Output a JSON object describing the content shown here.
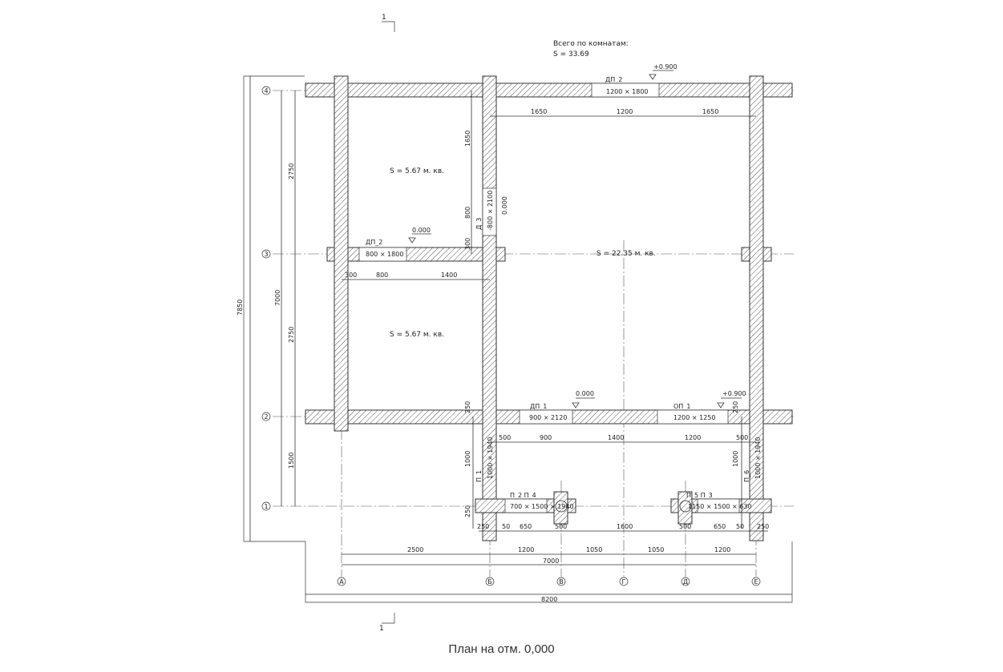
{
  "caption": "План на отм. 0,000",
  "summary": {
    "title": "Всего по комнатам:",
    "value": "S  =  33.69"
  },
  "rooms": [
    {
      "area": "S  =  5.67 м. кв."
    },
    {
      "area": "S  =  22.35 м. кв."
    },
    {
      "area": "S  =  5.67 м. кв."
    }
  ],
  "section_mark": "1",
  "axes_rows": [
    "4",
    "3",
    "2",
    "1"
  ],
  "axes_cols": [
    "А",
    "Б",
    "В",
    "Г",
    "Д",
    "Е"
  ],
  "openings": {
    "dp2_top": {
      "name": "ДП_2",
      "size": "1200 × 1800",
      "level": "+0.900"
    },
    "dp2_left": {
      "name": "ДП_2",
      "size": "800 × 1800",
      "level": "0.000"
    },
    "d3": {
      "name": "Д_3",
      "size": "-800 × 2100",
      "level": "0.000"
    },
    "dp1_left": {
      "name": "ДП_1",
      "size": "900 × 2120",
      "level": "0.000"
    },
    "dp1_right": {
      "name": "ОП_1",
      "size": "1200 × 1250",
      "level": "+0.900"
    },
    "p2p4": {
      "name": "П_2  П_4",
      "size": "700 × 1500 × 1940"
    },
    "p5p3": {
      "name": "П_5  П_3",
      "size": "1150 × 1500 × 630"
    },
    "side_left": {
      "name": "П_1",
      "size": "1000 × 1940"
    },
    "side_right": {
      "name": "П_6",
      "size": "1000 × 1940"
    }
  },
  "dims": {
    "top_row": [
      "1650",
      "1200",
      "1650"
    ],
    "mid_row": [
      "300",
      "800",
      "1400"
    ],
    "row2": [
      "500",
      "900",
      "1400",
      "1200",
      "500"
    ],
    "row1": [
      "250",
      "50",
      "650",
      "500",
      "1600",
      "500",
      "650",
      "50",
      "250"
    ],
    "bottom1": [
      "2500",
      "1200",
      "1050",
      "1050",
      "1200"
    ],
    "bottom_total": "7000",
    "overall": "8200",
    "left_inner": [
      "2750",
      "2750",
      "1500"
    ],
    "left_7000": "7000",
    "left_7850": "7850",
    "vert_d3": [
      "1650",
      "800",
      "300"
    ],
    "vert_small": [
      "250",
      "1000",
      "250"
    ],
    "vert_right": [
      "250",
      "1000"
    ]
  }
}
